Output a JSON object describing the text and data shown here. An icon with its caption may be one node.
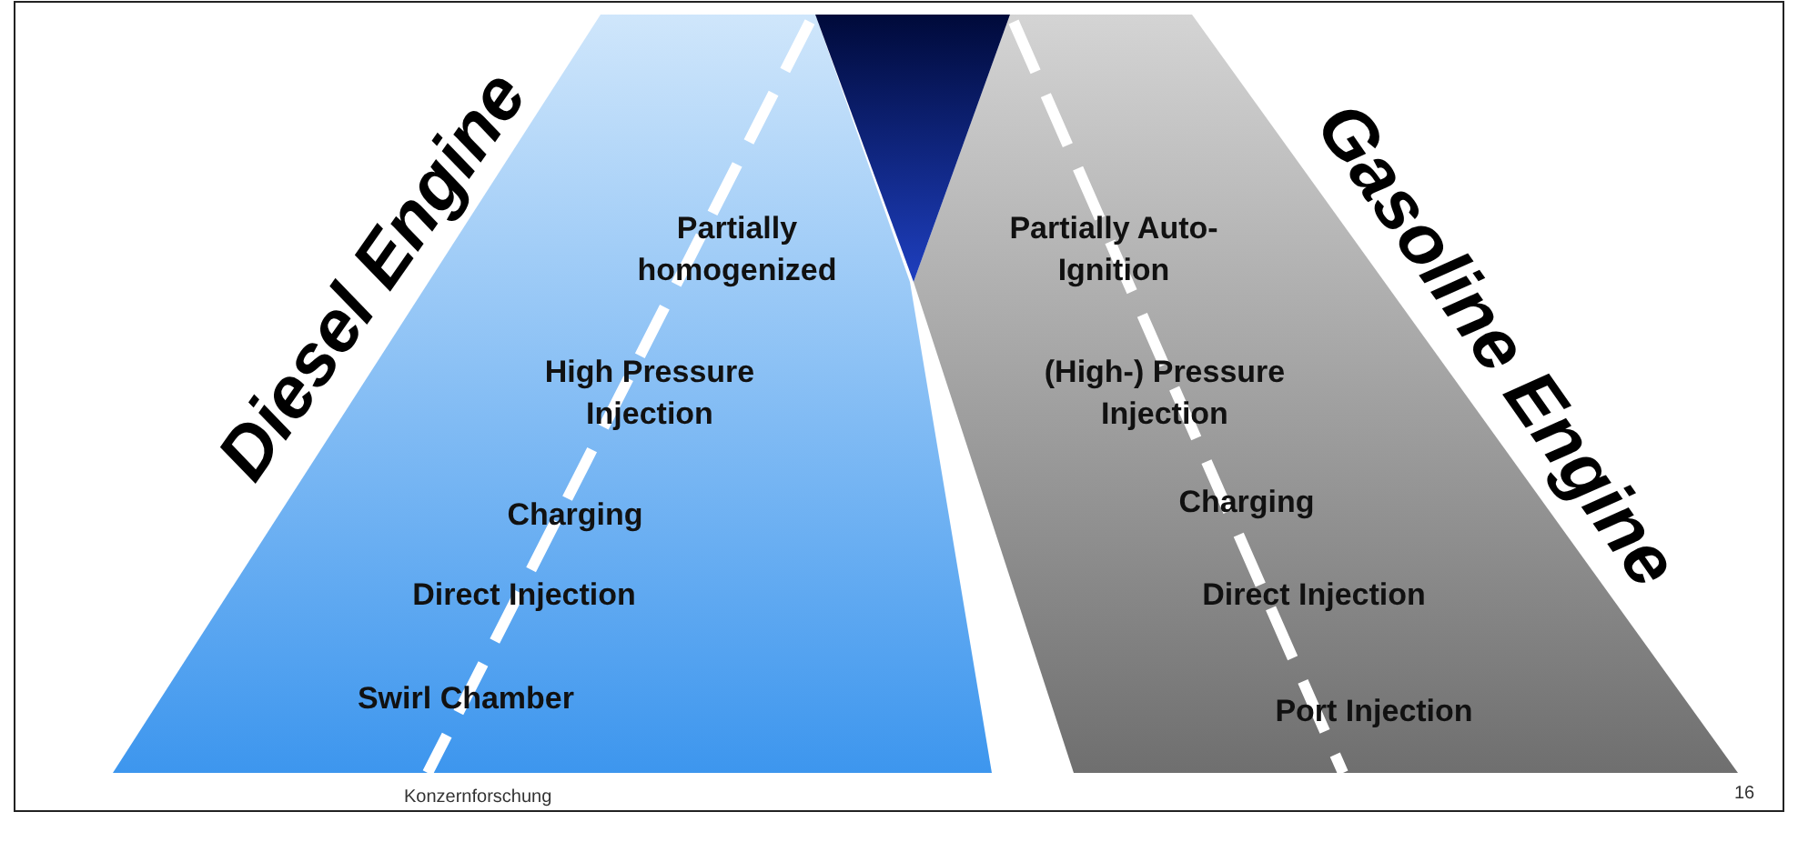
{
  "diagram": {
    "nodes": [
      {
        "text": [
          "Partially homogenized",
          "High Pressure Injection",
          "Charging",
          "Direct Injection",
          "Swirl Chamber"
        ],
        "beside": [
          "Diesel Engine"
        ]
      },
      {
        "text": [
          "Partially Auto-Ignition",
          "(High-) Pressure Injection",
          "Charging",
          "Direct Injection",
          "Port Injection"
        ],
        "beside": [
          "Gasoline Engine"
        ]
      },
      {
        "text": [],
        "shape": "triangle"
      }
    ],
    "labels": [
      "Konzernforschung",
      "16"
    ]
  }
}
